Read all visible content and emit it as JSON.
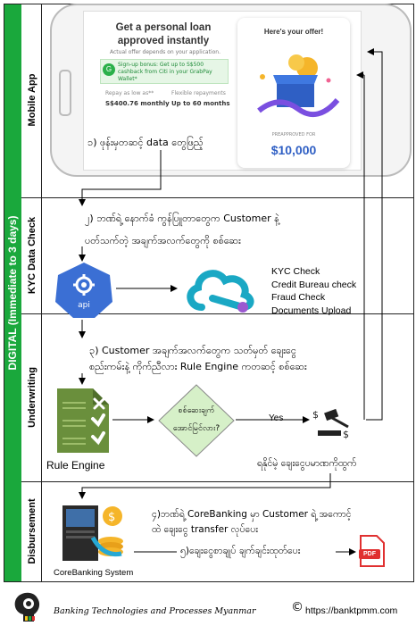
{
  "side_label": "DIGITAL (Immediate to 3 days)",
  "lanes": {
    "mobile": "Mobile App",
    "kyc": "KYC Data Check",
    "underwriting": "Underwriting",
    "disbursement": "Disbursement"
  },
  "app_screen": {
    "headline": "Get a personal loan approved instantly",
    "actual_offer": "Actual offer depends on your application.",
    "promo": "Sign-up bonus: Get up to S$500 cashback from Citi in your GrabPay Wallet*",
    "repay_label": "Repay as low as**",
    "repay_value": "S$400.76 monthly",
    "flex_label": "Flexible repayments",
    "flex_value": "Up to 60 months",
    "offer_title": "Here's your offer!",
    "preapproved": "PREAPPROVED FOR",
    "offer_amount": "$10,000"
  },
  "steps": {
    "s1": "၁) ဖုန်းမှတဆင့် data တွေဖြည့်",
    "s2_line1": "၂)  ဘဏ်ရဲ့ နောက်ခံ ကွန်ပြူတာတွေက Customer နဲ့",
    "s2_line2": "ပတ်သက်တဲ့ အချက်အလက်တွေကို စစ်ဆေး",
    "s3_line1": "၃) Customer အချက်အလက်တွေက သတ်မှတ် ချေးငွေ",
    "s3_line2": "စည်းကမ်းနဲ့ ကိုက်ညီလား Rule Engine ကတဆင့် စစ်ဆေး",
    "s4_line1": "၄)ဘဏ်ရဲ့ CoreBanking မှာ Customer ရဲ့ အကောင့်",
    "s4_line2": "ထဲ ချေးငွေ transfer လုပ်ပေး",
    "s5": "၅)ချေးငွေစာချုပ် ချက်ချင်းထုတ်ပေး"
  },
  "api_label": "api",
  "kyc_checks": [
    "KYC Check",
    "Credit Bureau check",
    "Fraud Check",
    "Documents Upload"
  ],
  "rule_engine": "Rule Engine",
  "decision_line1": "စစ်ဆေးချက်",
  "decision_line2": "အောင်မြင်လား?",
  "yes_label": "Yes",
  "approved_note": "ရနိုင်မဲ့ ချေးငွေပမာဏကိုထွက်",
  "core_banking": "CoreBanking System",
  "pdf_label": "PDF",
  "footer": {
    "brand": "Banking Technologies and Processes Myanmar",
    "website": "https://banktpmm.com",
    "copyright": "©"
  },
  "colors": {
    "digital_green": "#1aa83c",
    "api_blue": "#3b6fd4",
    "cloud_teal": "#1aa8c4",
    "rule_green": "#6a8f3c",
    "decision_green": "#d6f0c8",
    "pdf_red": "#e03030"
  }
}
